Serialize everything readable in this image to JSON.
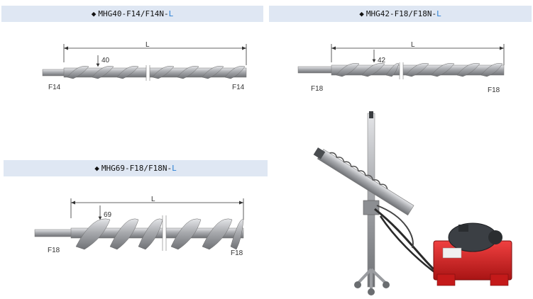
{
  "panels": [
    {
      "bullet": "◆",
      "model": "MHG40-F14/F14N-",
      "suffix": "L",
      "length_label": "L",
      "diameter_label": "40",
      "left_end": "F14",
      "right_end": "F14"
    },
    {
      "bullet": "◆",
      "model": "MHG42-F18/F18N-",
      "suffix": "L",
      "length_label": "L",
      "diameter_label": "42",
      "left_end": "F18",
      "right_end": "F18"
    },
    {
      "bullet": "◆",
      "model": "MHG69-F18/F18N-",
      "suffix": "L",
      "length_label": "L",
      "diameter_label": "69",
      "left_end": "F18",
      "right_end": "F18"
    }
  ],
  "colors": {
    "header_band": "#dfe7f3",
    "accent": "#2a7fd4",
    "machine_red": "#d42222",
    "steel": "#a9abaf"
  },
  "photo": {
    "subject": "drilling-rig-photo"
  }
}
